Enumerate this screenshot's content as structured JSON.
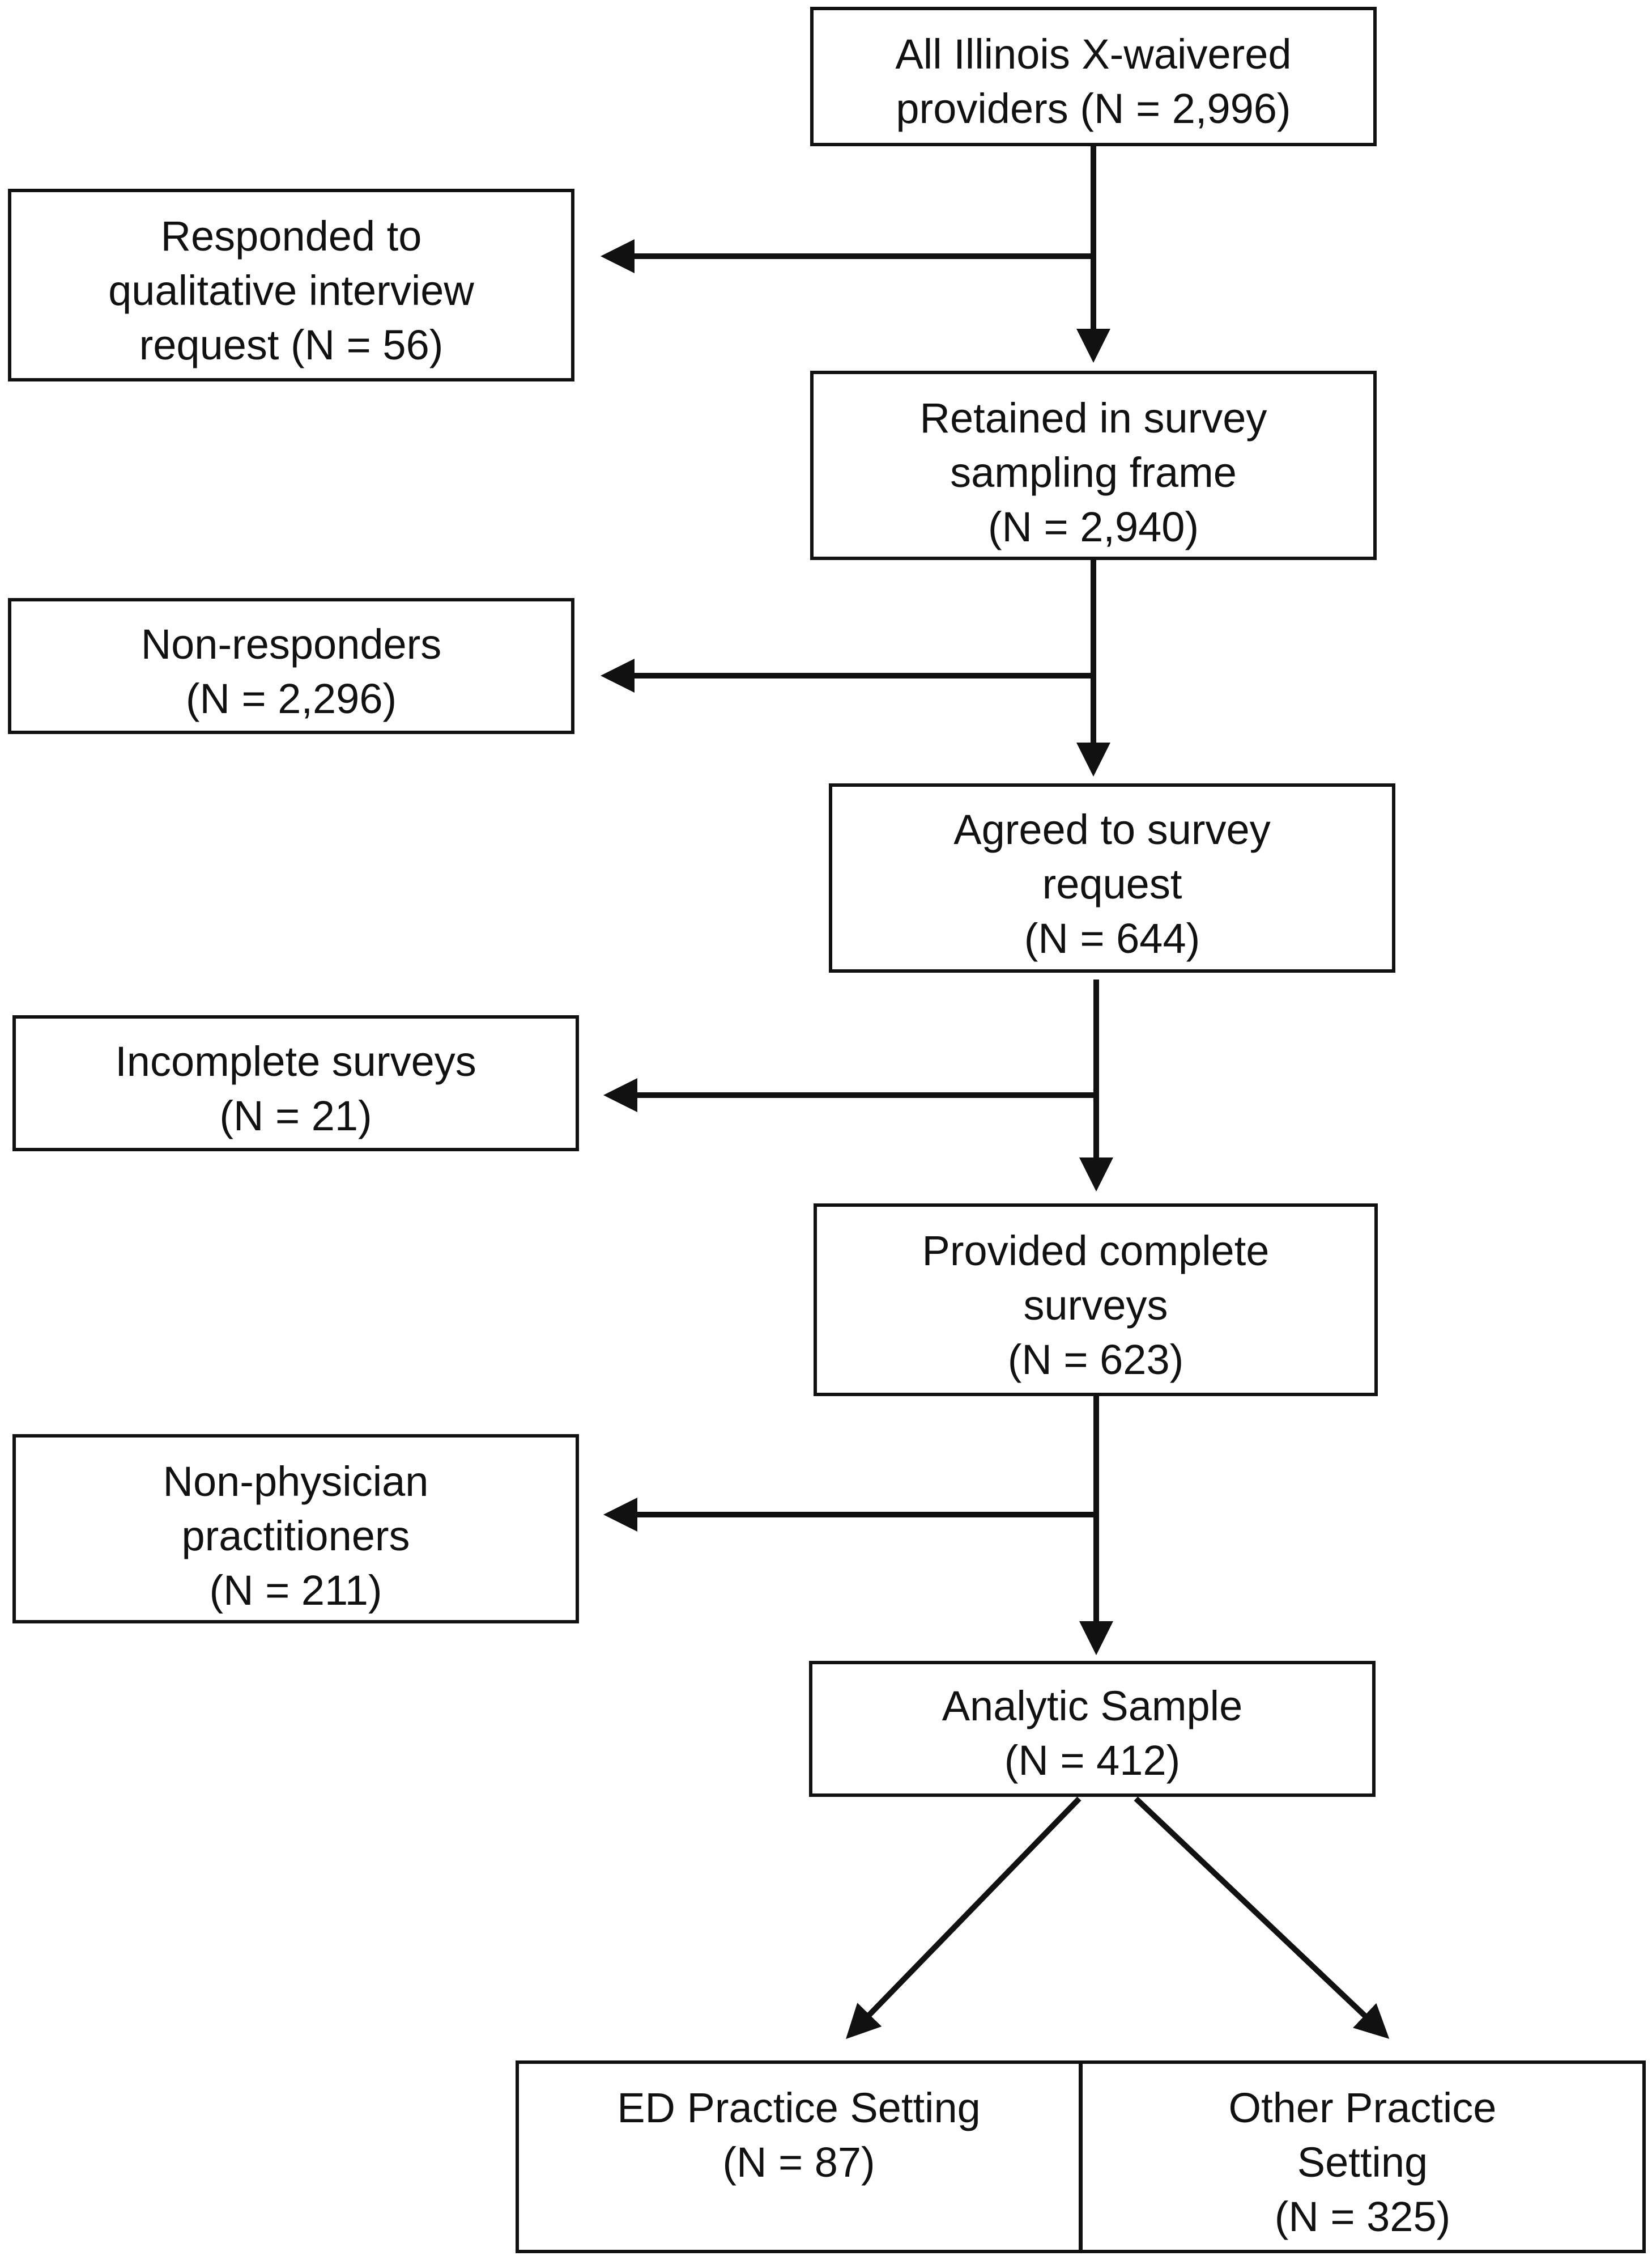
{
  "flowchart": {
    "boxes": {
      "all_providers": "All Illinois X-waivered\nproviders (N = 2,996)",
      "qualitative_interview": "Responded to\nqualitative interview\nrequest (N = 56)",
      "retained_sampling": "Retained in survey\nsampling frame\n(N = 2,940)",
      "non_responders": "Non-responders\n(N = 2,296)",
      "agreed_survey": "Agreed to survey\nrequest\n(N = 644)",
      "incomplete_surveys": "Incomplete surveys\n(N = 21)",
      "complete_surveys": "Provided complete\nsurveys\n(N = 623)",
      "non_physician": "Non-physician\npractitioners\n(N = 211)",
      "analytic_sample": "Analytic Sample\n(N = 412)",
      "ed_practice": "ED Practice Setting\n(N = 87)",
      "other_practice": "Other Practice\nSetting\n(N = 325)"
    },
    "colors": {
      "line": "#111111",
      "box_border": "#111111",
      "background": "#ffffff"
    }
  }
}
